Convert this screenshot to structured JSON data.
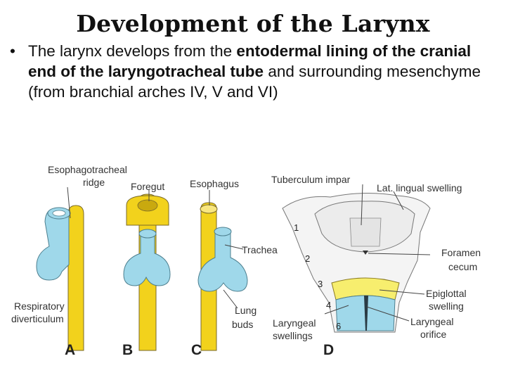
{
  "slide": {
    "title": "Development of the Larynx",
    "bullet": {
      "symbol": "•",
      "part1": "The larynx develops from the ",
      "bold": "entodermal lining of the cranial end of the laryngotracheal tube",
      "part2": " and surrounding mesenchyme (from branchial arches IV, V and VI)"
    }
  },
  "figure": {
    "colors": {
      "foregut": "#f2d21c",
      "respiratory": "#9fd8ea",
      "outline": "#7a6a2a",
      "tongue": "#efefef"
    },
    "labels": {
      "esophagotracheal_ridge_line1": "Esophagotracheal",
      "esophagotracheal_ridge_line2": "ridge",
      "foregut": "Foregut",
      "esophagus": "Esophagus",
      "trachea": "Trachea",
      "respiratory_line1": "Respiratory",
      "respiratory_line2": "diverticulum",
      "lung_line1": "Lung",
      "lung_line2": "buds",
      "laryngeal_swellings_line1": "Laryngeal",
      "laryngeal_swellings_line2": "swellings",
      "tuberculum_impar": "Tuberculum impar",
      "lat_lingual_swelling": "Lat. lingual swelling",
      "foramen_line1": "Foramen",
      "foramen_line2": "cecum",
      "epiglottal_line1": "Epiglottal",
      "epiglottal_line2": "swelling",
      "laryngeal_orifice_line1": "Laryngeal",
      "laryngeal_orifice_line2": "orifice"
    },
    "panel_letters": [
      "A",
      "B",
      "C",
      "D"
    ],
    "arch_numbers": [
      "1",
      "2",
      "3",
      "4",
      "6"
    ]
  }
}
